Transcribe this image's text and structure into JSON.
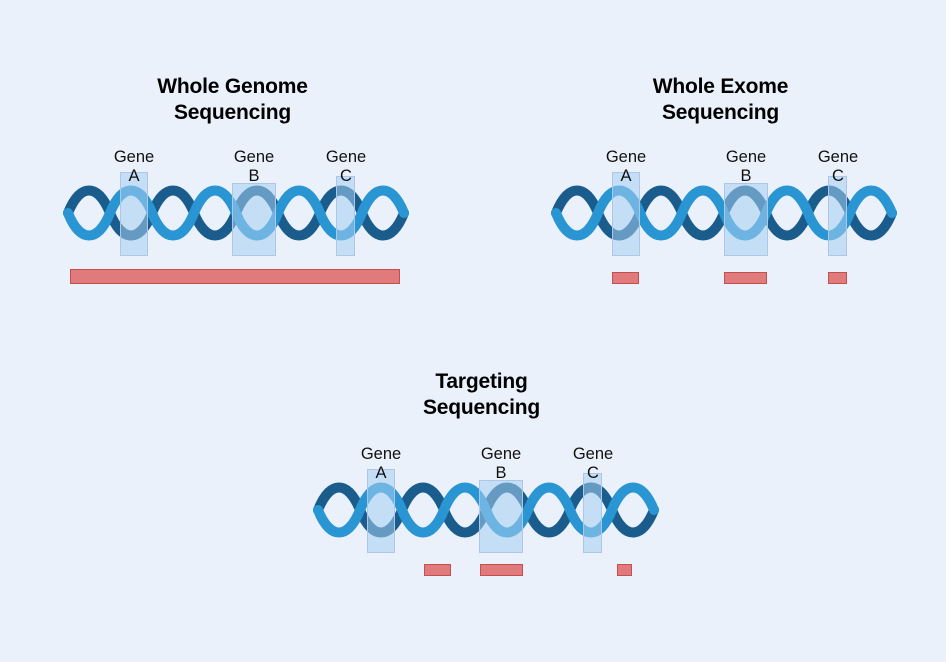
{
  "figure": {
    "background_color": "#eaf1fa",
    "helix_strand_dark_color": "#1a5c8c",
    "helix_strand_light_color": "#2a95d3",
    "gene_box_fill_color": "#a4cdf0",
    "gene_box_border_color": "#aec6e8",
    "read_bar_fill_color": "#e07a7c",
    "read_bar_border_color": "#c4504e",
    "title_color": "#000000"
  },
  "panels": [
    {
      "id": "whole-genome-sequencing",
      "title": "Whole Genome\nSequencing",
      "title_line1": "Whole Genome",
      "title_line2": "Sequencing",
      "genes": [
        {
          "id": "gene-a",
          "label": "Gene\nA",
          "name": "Gene",
          "letter": "A"
        },
        {
          "id": "gene-b",
          "label": "Gene\nB",
          "name": "Gene",
          "letter": "B"
        },
        {
          "id": "gene-c",
          "label": "Gene\nC",
          "name": "Gene",
          "letter": "C"
        }
      ],
      "coverage_description": "one continuous read bar spanning the entire genome"
    },
    {
      "id": "whole-exome-sequencing",
      "title": "Whole Exome\nSequencing",
      "title_line1": "Whole Exome",
      "title_line2": "Sequencing",
      "genes": [
        {
          "id": "gene-a",
          "label": "Gene\nA",
          "name": "Gene",
          "letter": "A"
        },
        {
          "id": "gene-b",
          "label": "Gene\nB",
          "name": "Gene",
          "letter": "B"
        },
        {
          "id": "gene-c",
          "label": "Gene\nC",
          "name": "Gene",
          "letter": "C"
        }
      ],
      "coverage_description": "three read bars, one aligned beneath each gene"
    },
    {
      "id": "targeting-sequencing",
      "title": "Targeting\nSequencing",
      "title_line1": "Targeting",
      "title_line2": "Sequencing",
      "genes": [
        {
          "id": "gene-a",
          "label": "Gene\nA",
          "name": "Gene",
          "letter": "A"
        },
        {
          "id": "gene-b",
          "label": "Gene\nB",
          "name": "Gene",
          "letter": "B"
        },
        {
          "id": "gene-c",
          "label": "Gene\nC",
          "name": "Gene",
          "letter": "C"
        }
      ],
      "coverage_description": "three offset read bars covering selected target regions"
    }
  ]
}
